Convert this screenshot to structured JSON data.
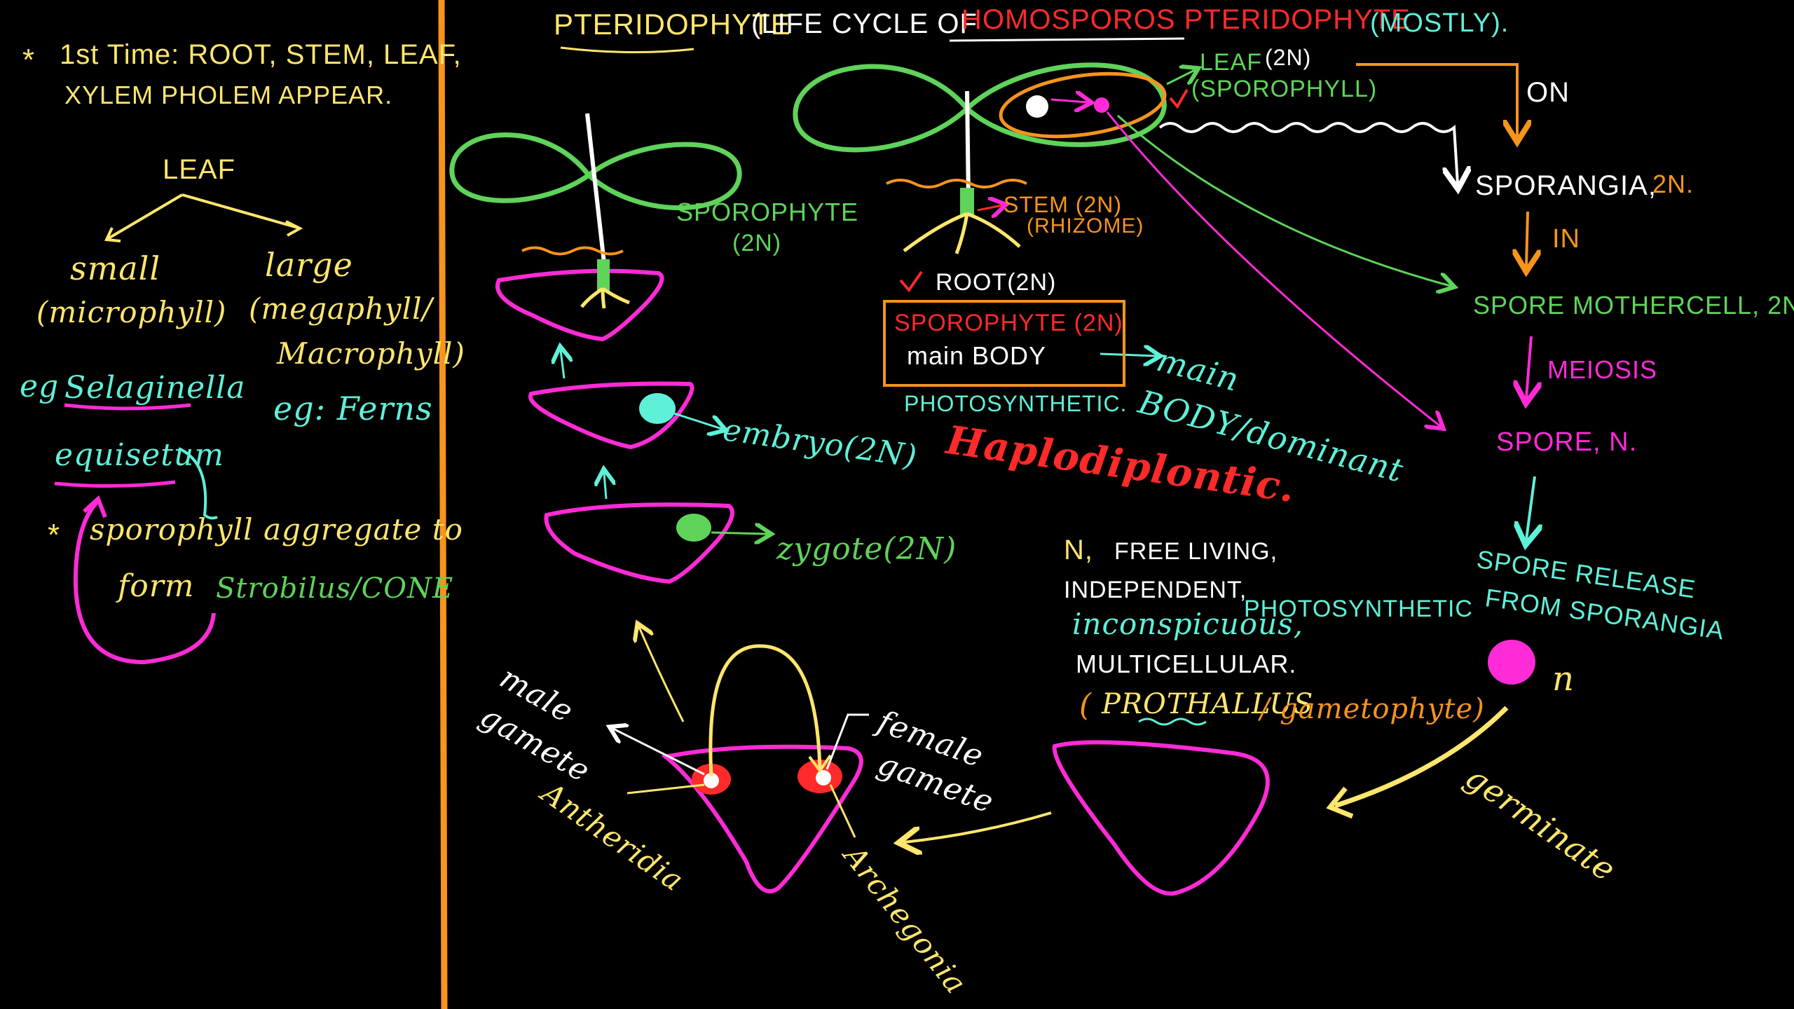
{
  "colors": {
    "background": "#000000",
    "divider": "#f7941d",
    "yellow": "#ffe66d",
    "green": "#5fd35a",
    "pink": "#ff2bd6",
    "red": "#ff2a2a",
    "cyan": "#5ff0d8",
    "white": "#ffffff",
    "orange": "#f7941d"
  },
  "left_panel": {
    "star1": "*",
    "first_time_line1": "1st Time: ROOT, STEM, LEAF,",
    "first_time_line2": "XYLEM PHOLEM APPEAR.",
    "leaf": "LEAF",
    "small": "small",
    "microphyll": "(microphyll)",
    "large": "large",
    "megaphyll": "(megaphyll/",
    "macrophyll": "Macrophyll)",
    "eg_small_prefix": "eg",
    "eg_small_1": "Selaginella",
    "eg_small_2": "equisetum",
    "eg_large": "eg: Ferns",
    "star2": "*",
    "sporophyll_line1": "sporophyll aggregate to",
    "sporophyll_form": "form",
    "strobilus": "Strobilus/CONE"
  },
  "header": {
    "title": "PTERIDOPHYTE",
    "life_cycle_of": "(LIFE CYCLE OF",
    "homosporous": "HOMOSPOROS PTERIDOPHYTE",
    "mostly": "(MOSTLY)."
  },
  "sporophyte_plant": {
    "leaf": "LEAF",
    "leaf_ploidy": "(2N)",
    "sporophyll": "(SPOROPHYLL)",
    "stem": "STEM (2N)",
    "rhizome": "(RHIZOME)",
    "root": "ROOT(2N)",
    "box_line1": "SPOROPHYTE (2N)",
    "box_line2": "main BODY",
    "photosynthetic": "PHOTOSYNTHETIC.",
    "main": "main",
    "body_dominant": "BODY/dominant",
    "haplodiplontic": "Haplodiplontic."
  },
  "right_column": {
    "on": "ON",
    "sporangia": "SPORANGIA,",
    "sporangia_ploidy": "2N.",
    "in": "IN",
    "spore_mothercell": "SPORE MOTHERCELL, 2N.",
    "meiosis": "MEIOSIS",
    "spore": "SPORE, N.",
    "spore_release_1": "SPORE RELEASE",
    "spore_release_2": "FROM SPORANGIA",
    "n": "n",
    "germinate": "germinate"
  },
  "gametophyte": {
    "n_free_living_n": "N,",
    "n_free_living_rest": "FREE LIVING,",
    "independent": "INDEPENDENT,",
    "photosynthetic": "PHOTOSYNTHETIC",
    "inconspicuous": "inconspicuous,",
    "multicellular": "MULTICELLULAR.",
    "open_paren": "(",
    "prothallus": "PROTHALLUS",
    "gametophyte": "/ gametophyte)"
  },
  "left_cycle": {
    "sporophyte": "SPOROPHYTE",
    "sporophyte_ploidy": "(2N)",
    "embryo": "embryo(2N)",
    "zygote": "zygote(2N)",
    "male": "male",
    "male_gamete": "gamete",
    "antheridia": "Antheridia",
    "female": "female",
    "female_gamete": "gamete",
    "archegonia": "Archegonia"
  }
}
